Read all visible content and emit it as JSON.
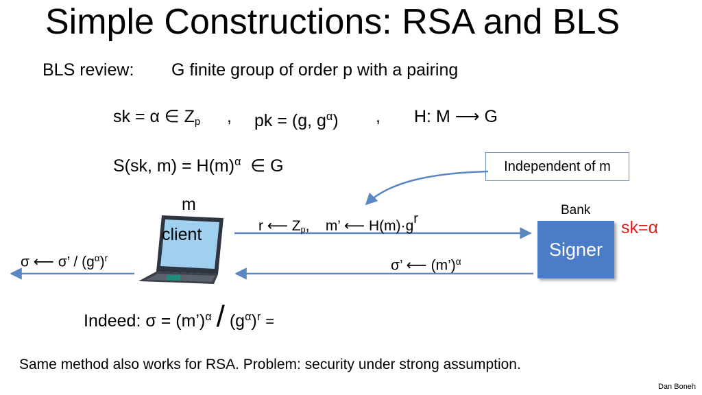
{
  "slide": {
    "title": "Simple Constructions:  RSA and BLS",
    "bls_review_label": "BLS review:",
    "bls_review_text": "G finite group of order p   with a pairing",
    "keygen": {
      "sk_prefix": "sk = α ∈ Z",
      "sk_sub": "p",
      "sep1": ",",
      "pk_prefix": "pk = (g, g",
      "pk_sup": "α",
      "pk_suffix": ")",
      "sep2": ",",
      "hash": "H: M ⟶ G"
    },
    "sign": {
      "prefix": "S(sk, m) = H(m)",
      "sup": "α",
      "suffix": "∈ G"
    },
    "callout": "Independent of m",
    "client": {
      "m_label": "m",
      "label": "client"
    },
    "request": {
      "part1": "r ⟵ Z",
      "sub": "p",
      "part2": ",",
      "part3": "m’ ⟵ H(m)·g",
      "sup": "r"
    },
    "response": {
      "prefix": "σ’ ⟵  (m’)",
      "sup": "α"
    },
    "unblind": {
      "prefix": "σ ⟵  σ’ / (g",
      "sup1": "α",
      "mid": ")",
      "sup2": "r"
    },
    "bank": {
      "label": "Bank",
      "signer": "Signer",
      "key": "sk=α"
    },
    "indeed": {
      "prefix": "Indeed:   σ = (m’)",
      "sup1": "α",
      "slash": "/",
      "mid": "(g",
      "sup2": "α",
      "close": ")",
      "sup3": "r",
      "eq": "="
    },
    "footer": "Same method also works for RSA.    Problem:  security under strong assumption.",
    "author": "Dan Boneh"
  },
  "colors": {
    "arrow": "#5a86c2",
    "signer_fill": "#4a7cc8",
    "key_text": "#e31b1b",
    "callout_border": "#6a8db3"
  }
}
